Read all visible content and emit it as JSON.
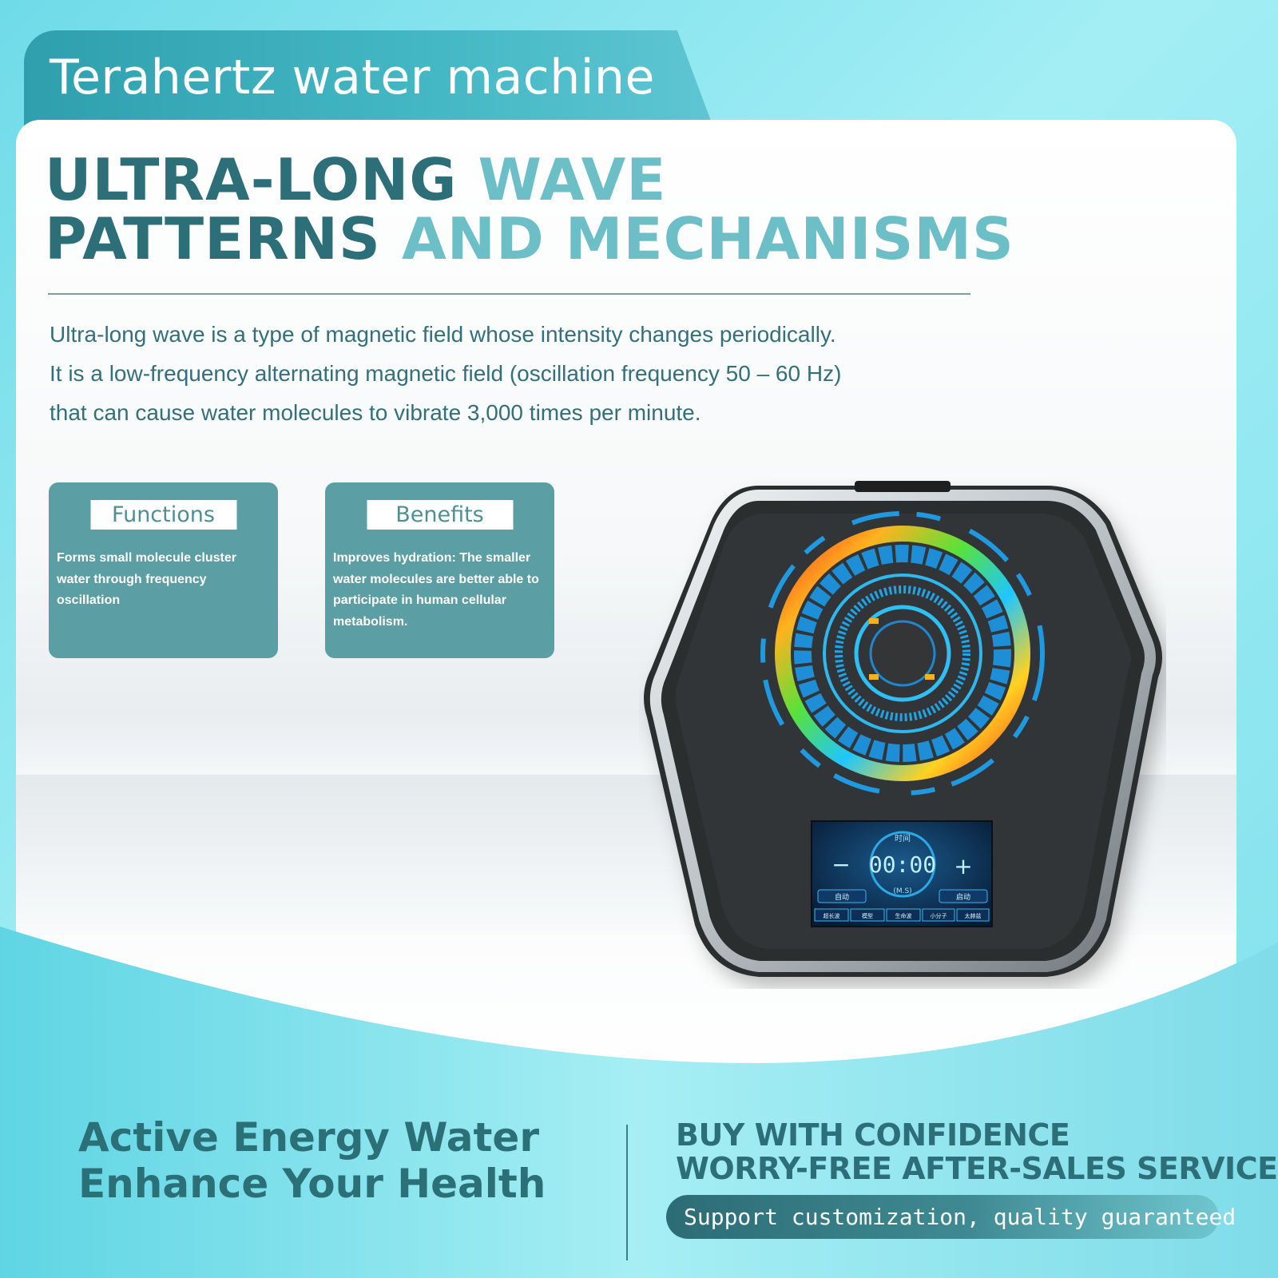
{
  "header": {
    "title": "Terahertz water machine"
  },
  "headline": {
    "line1_dark": "ULTRA-LONG ",
    "line1_light": "WAVE",
    "line2_dark": "PATTERNS ",
    "line2_light": "AND MECHANISMS"
  },
  "description": {
    "lines": [
      "Ultra-long wave is a type of magnetic field whose intensity  changes periodically.",
      "It is a low-frequency alternating magnetic field (oscillation frequency 50 – 60 Hz)",
      "that can cause water molecules to vibrate 3,000 times per minute."
    ]
  },
  "functions": {
    "label": "Functions",
    "text": "Forms small molecule cluster water through frequency oscillation"
  },
  "benefits": {
    "label": "Benefits",
    "text": "Improves hydration: The smaller water molecules are better able to participate in human cellular metabolism."
  },
  "device": {
    "screen_title": "时间",
    "timer": "00:00",
    "unit": "(M.S)",
    "minus": "−",
    "plus": "+",
    "left_button": "自动",
    "right_button": "启动",
    "modes": [
      "超长波",
      "模型",
      "生命波",
      "小分子",
      "太赫兹"
    ]
  },
  "colors": {
    "teal_dark": "#2d6f78",
    "teal_light": "#6cbfc6",
    "box_bg": "#5b9ea3",
    "header_bg": "#2f9fae"
  },
  "footer": {
    "left_line1": "Active Energy Water",
    "left_line2": "Enhance Your Health",
    "right_line1": "BUY WITH CONFIDENCE",
    "right_line2": "WORRY-FREE AFTER-SALES SERVICE",
    "pill_text": "Support customization, quality guaranteed"
  }
}
